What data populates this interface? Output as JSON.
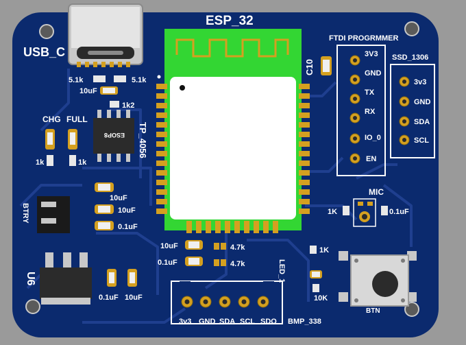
{
  "board": {
    "colors": {
      "background": "#9a9a9a",
      "pcb": "#0b2a6e",
      "trace": "#1f3f8f",
      "silkscreen": "#ffffff",
      "copper": "#d4a020",
      "module_green": "#33d633",
      "chip": "#2b2b2b"
    },
    "labels": {
      "esp32": "ESP_32",
      "usb": "USB_C",
      "ftdi_title": "FTDI PROGRMMER",
      "ssd_title": "SSD_1306",
      "c10": "C10",
      "chg": "CHG",
      "full": "FULL",
      "tp4056": "TP_4056",
      "esop8": "ESOP8",
      "btry": "BTRY",
      "u6": "U6",
      "mic": "MIC",
      "led1": "LED_1",
      "btn": "BTN",
      "bmp": "BMP_338",
      "r_5k1_left": "5.1k",
      "r_5k1_right": "5.1k",
      "c_10uf_usb": "10uF",
      "r_1k2": "1k2",
      "r_1k_left": "1k",
      "r_1k_right": "1k",
      "c_10uf_a": "10uF",
      "c_10uf_b": "10uF",
      "c_01uf_a": "0.1uF",
      "c_10uf_esp": "10uF",
      "c_01uf_esp": "0.1uF",
      "r_47k_a": "4.7k",
      "r_47k_b": "4.7k",
      "c_01uf_reg": "0.1uF",
      "c_10uf_reg": "10uF",
      "r_1k_mic": "1K",
      "c_01uf_mic": "0.1uF",
      "r_1k_led": "1K",
      "r_10k": "10K"
    },
    "ftdi_pins": [
      "3V3",
      "GND",
      "TX",
      "RX",
      "IO_0",
      "EN"
    ],
    "ssd_pins": [
      "3v3",
      "GND",
      "SDA",
      "SCL"
    ],
    "bmp_pins": [
      "3v3",
      "GND",
      "SDA",
      "SCL",
      "SDO"
    ]
  }
}
